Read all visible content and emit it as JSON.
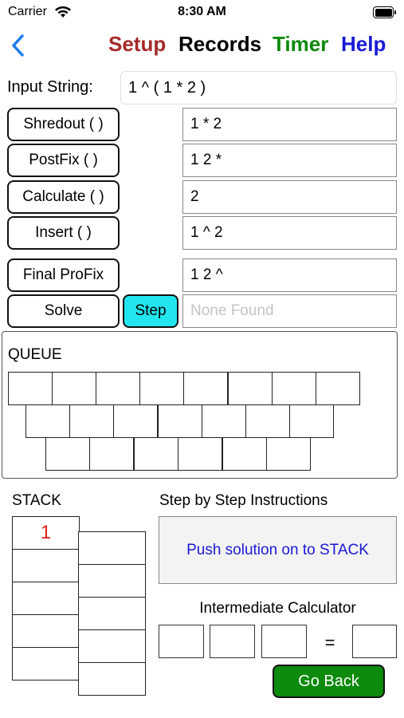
{
  "status": {
    "carrier": "Carrier",
    "time": "8:30 AM"
  },
  "nav": {
    "setup": "Setup",
    "records": "Records",
    "timer": "Timer",
    "help": "Help",
    "colors": {
      "setup": "#a52a2a",
      "records": "#000000",
      "timer": "#0b8a0b",
      "help": "#1a1ad6",
      "back": "#1a7cf0"
    }
  },
  "input": {
    "label": "Input String:",
    "value": "1 ^ ( 1 * 2 )"
  },
  "actions": [
    {
      "label": "Shredout ( )",
      "result": "1 * 2"
    },
    {
      "label": "PostFix ( )",
      "result": "1 2 *"
    },
    {
      "label": "Calculate ( )",
      "result": "2"
    },
    {
      "label": "Insert ( )",
      "result": "1 ^ 2"
    },
    {
      "label": "Final ProFix",
      "result": "1 2 ^"
    }
  ],
  "solve": {
    "label": "Solve",
    "step_label": "Step",
    "result_placeholder": "None Found",
    "step_color": "#22e5ef"
  },
  "queue": {
    "title": "QUEUE"
  },
  "stack": {
    "title": "STACK",
    "top_value": "1",
    "top_color": "#e0221a"
  },
  "instructions": {
    "title": "Step by Step Instructions",
    "text": "Push solution on to STACK",
    "text_color": "#1a1ad6"
  },
  "calculator": {
    "title": "Intermediate Calculator",
    "equals": "="
  },
  "go_back": {
    "label": "Go Back",
    "color": "#0b8a0b"
  }
}
